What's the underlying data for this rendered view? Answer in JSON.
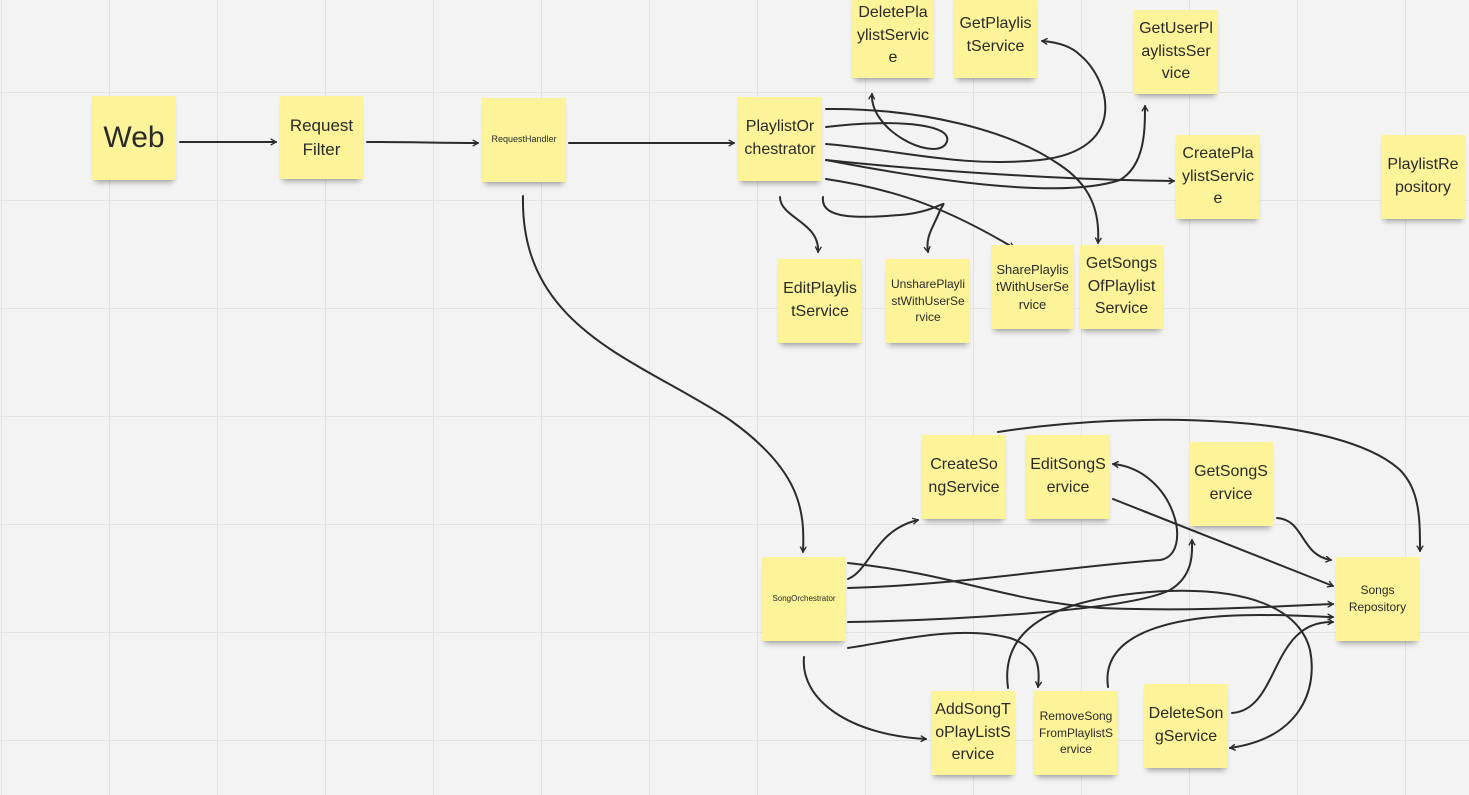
{
  "board": {
    "notes": {
      "web": "Web",
      "request_filter": "Request Filter",
      "request_handler": "RequestHandler",
      "playlist_orchestrator": "PlaylistOrchestrator",
      "delete_playlist_service": "DeletePlaylistService",
      "get_playlist_service": "GetPlaylistService",
      "get_user_playlists_service": "GetUserPlaylistsService",
      "create_playlist_service": "CreatePlaylistService",
      "playlist_repository": "PlaylistRepository",
      "edit_playlist_service": "EditPlaylistService",
      "unshare_playlist_with_user_service": "UnsharePlaylistWithUserService",
      "share_playlist_with_user_service": "SharePlaylistWithUserService",
      "get_songs_of_playlist_service": "GetSongsOfPlaylistService",
      "song_orchestrator": "SongOrchestrator",
      "create_song_service": "CreateSongService",
      "edit_song_service": "EditSongService",
      "get_song_service": "GetSongService",
      "songs_repository": "Songs Repository",
      "add_song_to_playlist_service": "AddSongToPlayListService",
      "remove_song_from_playlist_service": "RemoveSongFromPlaylistService",
      "delete_song_service": "DeleteSongService"
    },
    "colors": {
      "note": "#fdf49a",
      "connector": "#2b2b2b",
      "background": "#f3f3f3",
      "grid": "#e2e2e2"
    }
  }
}
